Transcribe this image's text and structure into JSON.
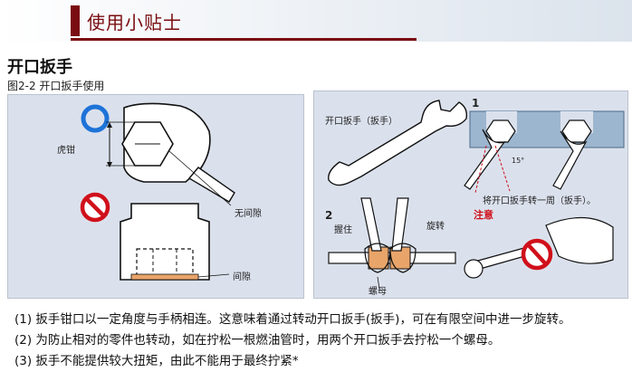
{
  "header": {
    "title": "使用小贴士"
  },
  "section": {
    "title": "开口扳手",
    "figure_caption": "图2-2  开口扳手使用"
  },
  "left_panel": {
    "label_jaw": "虎钳",
    "label_no_gap": "无间隙",
    "label_gap": "间隙"
  },
  "right_panel": {
    "label_wrench": "开口扳手（扳手）",
    "step1": "1",
    "step2": "2",
    "angle": "15°",
    "label_turn": "将开口扳手转一周（扳手）。",
    "label_caution": "注意",
    "label_hold": "握住",
    "label_rotate": "旋转",
    "label_nut": "螺母"
  },
  "notes": [
    "(1) 扳手钳口以一定角度与手柄相连。这意味着通过转动开口扳手(扳手)，可在有限空间中进一步旋转。",
    "(2) 为防止相对的零件也转动，如在拧松一根燃油管时，用两个开口扳手去拧松一个螺母。",
    "(3) 扳手不能提供较大扭矩，由此不能用于最终拧紧*"
  ],
  "colors": {
    "accent": "#7a0d11",
    "panel_bg": "#dbe1ec",
    "ok_ring": "#1e73d8",
    "prohibit": "#d0101a",
    "gap_highlight": "#e9a46a"
  }
}
